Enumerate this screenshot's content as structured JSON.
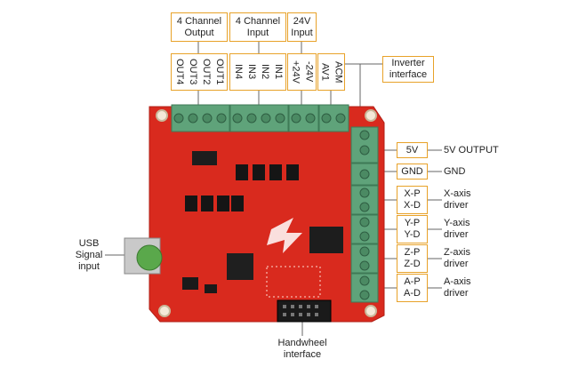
{
  "top_groups": [
    {
      "title": "4 Channel\nOutput",
      "pins": [
        "OUT4",
        "OUT3",
        "OUT2",
        "OUT1"
      ]
    },
    {
      "title": "4 Channel\nInput",
      "pins": [
        "IN4",
        "IN3",
        "IN2",
        "IN1"
      ]
    },
    {
      "title": "24V\nInput",
      "pins": [
        "+24V",
        "-24V"
      ]
    },
    {
      "title": "",
      "pins": [
        "AV1",
        "ACM"
      ]
    }
  ],
  "inverter_label": "Inverter\ninterface",
  "right_rows": [
    {
      "pin": "5V",
      "desc": "5V OUTPUT"
    },
    {
      "pin": "GND",
      "desc": "GND"
    },
    {
      "pin": "X-P\nX-D",
      "desc": "X-axis\ndriver"
    },
    {
      "pin": "Y-P\nY-D",
      "desc": "Y-axis\ndriver"
    },
    {
      "pin": "Z-P\nZ-D",
      "desc": "Z-axis\ndriver"
    },
    {
      "pin": "A-P\nA-D",
      "desc": "A-axis\ndriver"
    }
  ],
  "usb_label": "USB\nSignal\ninput",
  "handwheel_label": "Handwheel\ninterface",
  "colors": {
    "board": "#d92a1e",
    "terminal": "#5fa37a",
    "callout": "#e8a229",
    "line": "#555555"
  }
}
